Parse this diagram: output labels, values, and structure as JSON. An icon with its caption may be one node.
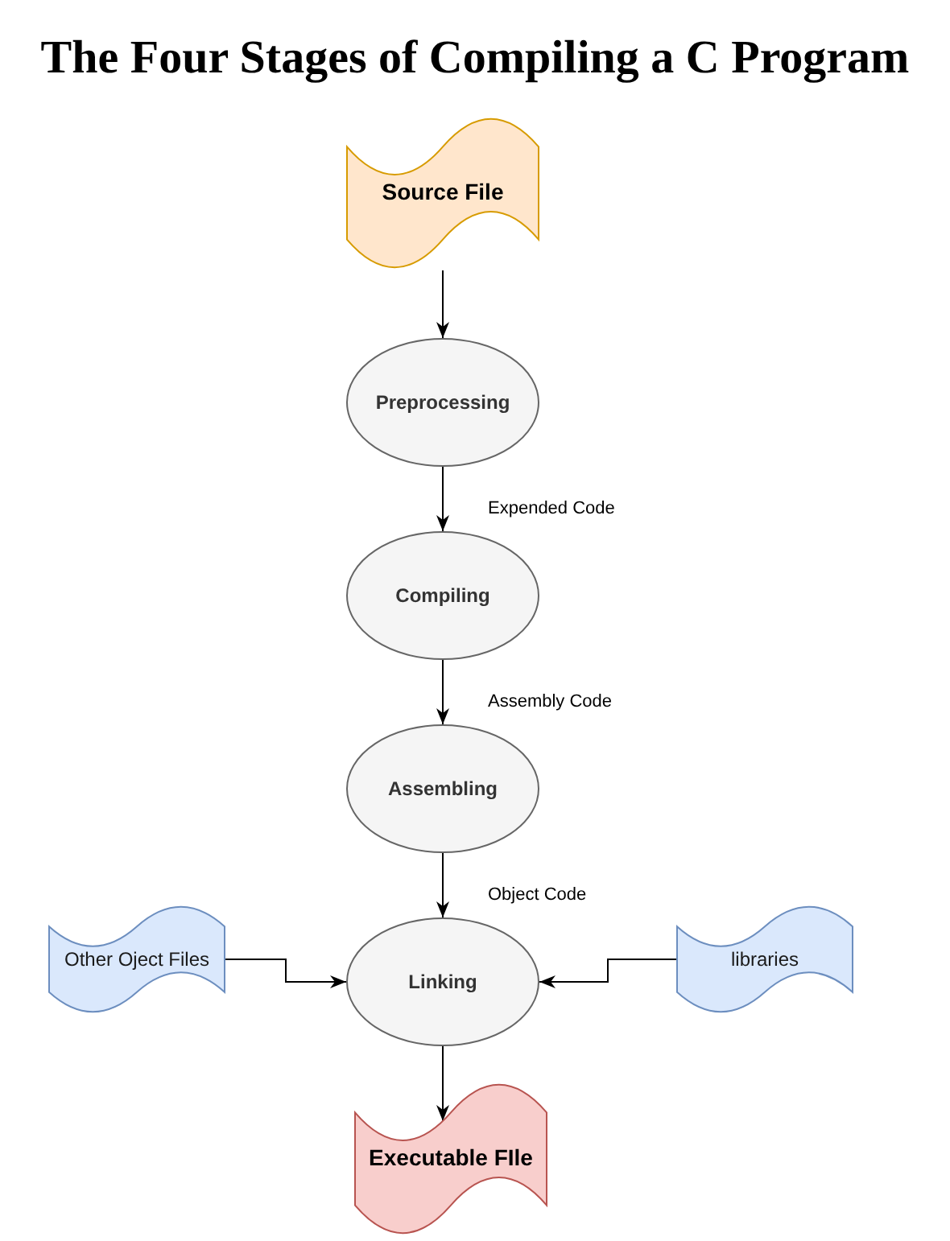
{
  "diagram": {
    "title": "The Four Stages of Compiling a C Program",
    "nodes": [
      {
        "text": [
          "Source File"
        ]
      },
      {
        "text": [
          "Preprocessing"
        ]
      },
      {
        "text": [
          "Compiling"
        ]
      },
      {
        "text": [
          "Assembling"
        ]
      },
      {
        "text": [
          "Linking"
        ]
      },
      {
        "text": [
          "Other Oject Files"
        ]
      },
      {
        "text": [
          "libraries"
        ]
      },
      {
        "text": [
          "Executable FIle"
        ]
      }
    ],
    "edges": [
      {
        "from": 0,
        "to": 1,
        "arrow": "to"
      },
      {
        "from": 1,
        "to": 2,
        "arrow": "to",
        "label": "Expended Code"
      },
      {
        "from": 2,
        "to": 3,
        "arrow": "to",
        "label": "Assembly Code"
      },
      {
        "from": 3,
        "to": 4,
        "arrow": "to",
        "label": "Object Code"
      },
      {
        "from": 5,
        "to": 4,
        "arrow": "to"
      },
      {
        "from": 6,
        "to": 4,
        "arrow": "to"
      },
      {
        "from": 4,
        "to": 7,
        "arrow": "to"
      }
    ]
  }
}
